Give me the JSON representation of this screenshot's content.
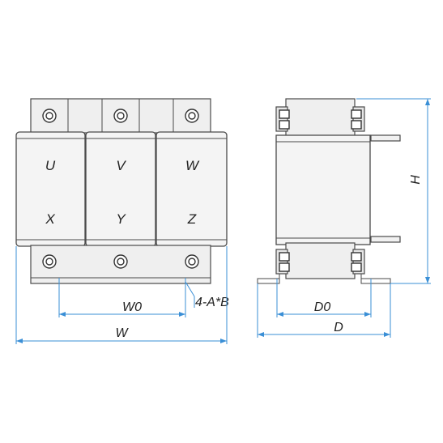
{
  "front_view": {
    "terminals_top": [
      "U",
      "V",
      "W"
    ],
    "terminals_bottom": [
      "X",
      "Y",
      "Z"
    ]
  },
  "dimensions": {
    "w0": "W0",
    "w": "W",
    "hole": "4-A*B",
    "d0": "D0",
    "d": "D",
    "h": "H"
  },
  "colors": {
    "dimension_line": "#3a8fd6",
    "outline": "#4a4a4a"
  }
}
